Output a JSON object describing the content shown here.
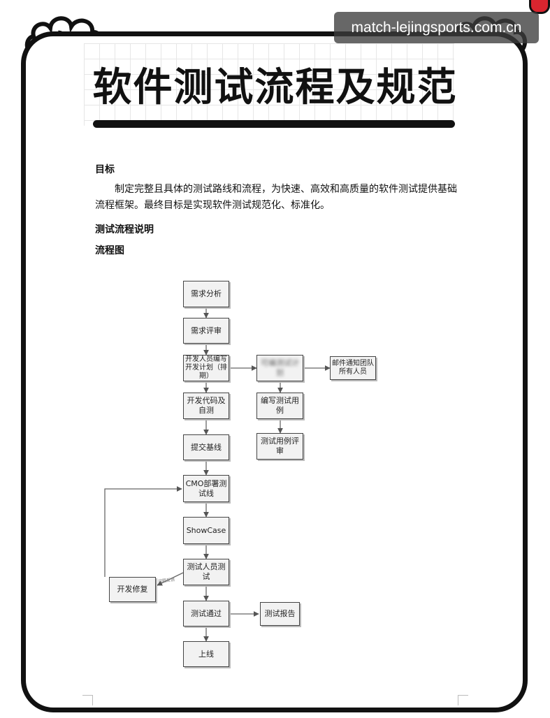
{
  "watermark": "match-lejingsports.com.cn",
  "title": "软件测试流程及规范",
  "sections": {
    "goal_heading": "目标",
    "goal_text": "制定完整且具体的测试路线和流程，为快速、高效和高质量的软件测试提供基础流程框架。最终目标是实现软件测试规范化、标准化。",
    "process_heading": "测试流程说明",
    "flow_heading": "流程图"
  },
  "flowchart": {
    "nodes": {
      "requirement_analysis": "需求分析",
      "requirement_review": "需求评审",
      "dev_plan": "开发人员编写开发计划（排期）",
      "blurred_step": "可编测试计划",
      "email_notice": "邮件通知团队所有人员",
      "write_cases": "编写测试用例",
      "case_review": "测试用例评审",
      "code_selftest": "开发代码及自测",
      "submit_baseline": "提交基线",
      "cmo_deploy": "CMO部署测试线",
      "showcase": "ShowCase",
      "tester_test": "测试人员测试",
      "dev_fix": "开发修复",
      "test_pass": "测试通过",
      "test_report": "测试报告",
      "go_live": "上线"
    },
    "edge_label": "问题反馈"
  },
  "colors": {
    "frame": "#111111",
    "node_fill": "#f2f2f2",
    "node_border": "#444444",
    "heart": "#d9252f"
  }
}
